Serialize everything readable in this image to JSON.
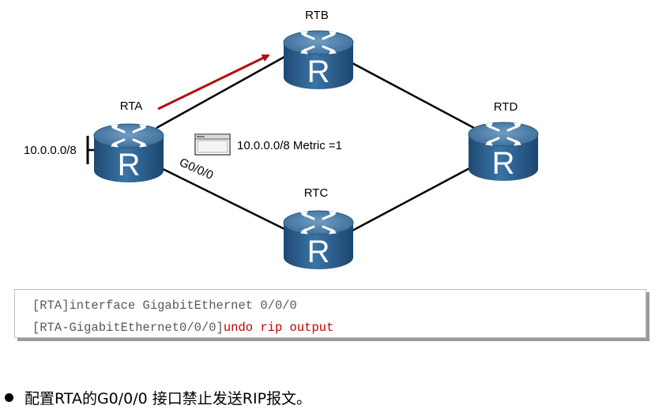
{
  "routers": {
    "rta": {
      "label": "RTA"
    },
    "rtb": {
      "label": "RTB"
    },
    "rtc": {
      "label": "RTC"
    },
    "rtd": {
      "label": "RTD"
    }
  },
  "router_glyph": "R",
  "network_label": "10.0.0.0/8",
  "interface_label": "G0/0/0",
  "update_label": "10.0.0.0/8 Metric =1",
  "arrow_color": "#b01010",
  "router_color": "#2e5f8c",
  "cli": {
    "line1": "[RTA]interface GigabitEthernet 0/0/0",
    "line2_prompt": "[RTA-GigabitEthernet0/0/0]",
    "line2_command": "undo rip output",
    "command_color": "#c00000"
  },
  "bullet_text": "配置RTA的G0/0/0 接口禁止发送RIP报文。"
}
